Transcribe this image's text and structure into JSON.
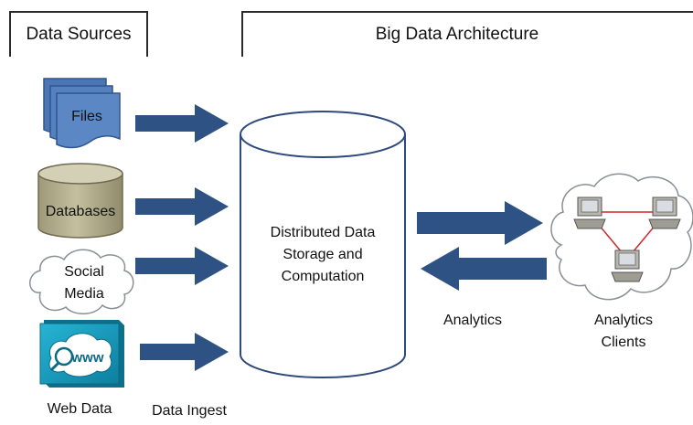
{
  "header": {
    "sources_title": "Data Sources",
    "architecture_title": "Big Data Architecture"
  },
  "sources": {
    "files": "Files",
    "databases": "Databases",
    "social_media": "Social Media",
    "social_line1": "Social",
    "social_line2": "Media",
    "web_data": "Web Data",
    "web_icon_text": "www"
  },
  "storage": {
    "line1": "Distributed Data",
    "line2": "Storage and",
    "line3": "Computation"
  },
  "labels": {
    "data_ingest": "Data Ingest",
    "analytics": "Analytics",
    "clients_line1": "Analytics",
    "clients_line2": "Clients"
  },
  "colors": {
    "arrow": "#2e5284",
    "files": "#5b87c4",
    "database": "#b2ae8e",
    "web_icon": "#1a9fc0",
    "cloud_fill": "#ffffff",
    "network_link": "#d4252c"
  }
}
